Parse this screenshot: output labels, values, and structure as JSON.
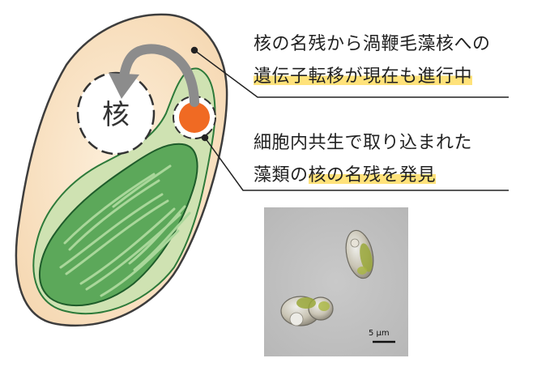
{
  "nucleus_label": "核",
  "annotation_top": {
    "line1": "核の名残から渦鞭毛藻核への",
    "line2": "遺伝子転移が現在も進行中"
  },
  "annotation_bottom": {
    "line1": "細胞内共生で取り込まれた",
    "line2_prefix": "藻類の",
    "line2_highlight": "核の名残を発見"
  },
  "scale_bar_label": "5 μm",
  "colors": {
    "cell_fill": "#fce9cc",
    "cell_stroke": "#3d3d3d",
    "algae_fill": "#cfe2b2",
    "algae_stroke": "#2d7a3a",
    "chloroplast_fill": "#5ca85a",
    "nucleomorph": "#f06a23",
    "arrow": "#8c8c8c",
    "highlight": "#ffe27a"
  }
}
